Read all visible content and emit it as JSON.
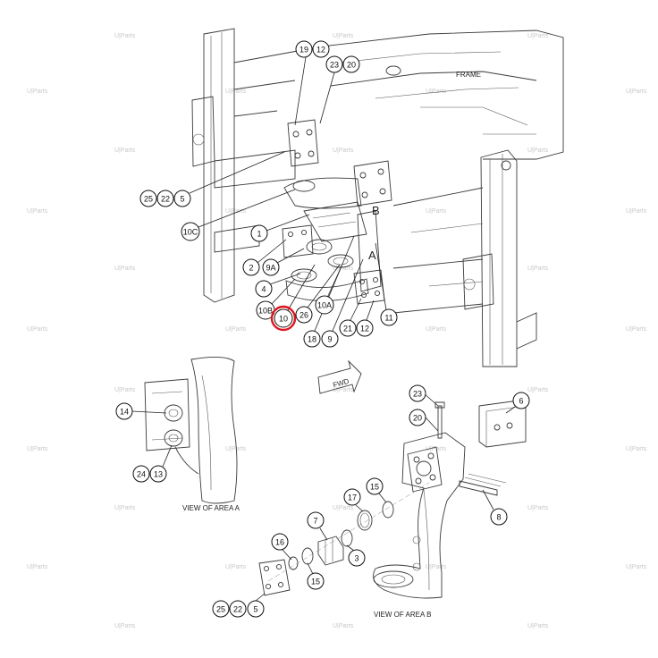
{
  "labels": {
    "frame": "FRAME",
    "area_a_letter": "A",
    "area_b_letter": "B",
    "fwd": "FWD",
    "view_a": "VIEW OF AREA A",
    "view_b": "VIEW OF AREA B"
  },
  "watermark": {
    "text": "Parts",
    "brand_prefix": "U|"
  },
  "highlight": {
    "callout": "10",
    "color": "#e0141e"
  },
  "callouts": {
    "c19": "19",
    "c12a": "12",
    "c23a": "23",
    "c20a": "20",
    "c25a": "25",
    "c22a": "22",
    "c5a": "5",
    "c10c": "10C",
    "c1": "1",
    "c2": "2",
    "c9a": "9A",
    "c4": "4",
    "c10b": "10B",
    "c10": "10",
    "c26": "26",
    "c10a": "10A",
    "c18": "18",
    "c9": "9",
    "c21": "21",
    "c12b": "12",
    "c11": "11",
    "c14": "14",
    "c24": "24",
    "c13": "13",
    "c23b": "23",
    "c20b": "20",
    "c6": "6",
    "c17": "17",
    "c15a": "15",
    "c8": "8",
    "c7": "7",
    "c3": "3",
    "c16": "16",
    "c15b": "15",
    "c25b": "25",
    "c22b": "22",
    "c5b": "5"
  }
}
